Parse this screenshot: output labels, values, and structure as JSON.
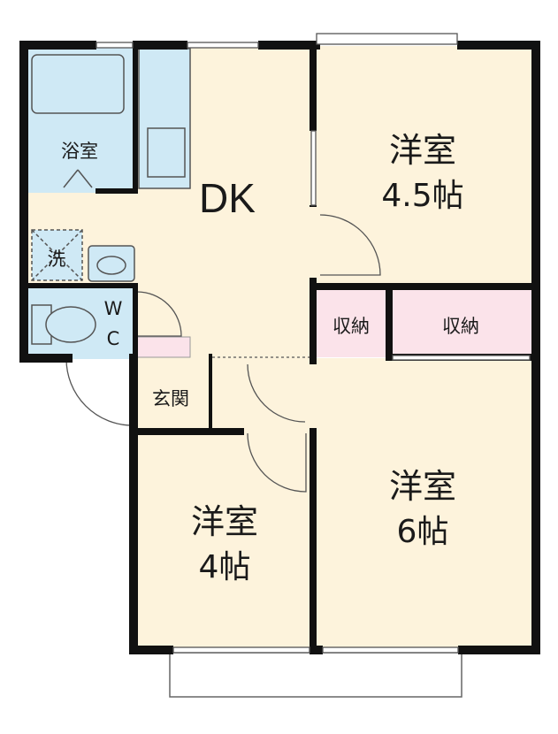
{
  "floorplan": {
    "colors": {
      "wall": "#111111",
      "floor": "#fdf3dc",
      "bath_fill": "#cfe9f5",
      "storage_fill": "#fbe3ea",
      "outline": "#555555"
    },
    "rooms": {
      "bath": {
        "label": "浴室"
      },
      "laundry": {
        "label": "洗"
      },
      "wc": {
        "label_line1": "W",
        "label_line2": "C"
      },
      "dk": {
        "label": "DK"
      },
      "western_a": {
        "label_line1": "洋室",
        "label_line2": "4.5帖"
      },
      "storage_small": {
        "label": "収納"
      },
      "storage_large": {
        "label": "収納"
      },
      "entrance": {
        "label": "玄関"
      },
      "western_b": {
        "label_line1": "洋室",
        "label_line2": "4帖"
      },
      "western_c": {
        "label_line1": "洋室",
        "label_line2": "6帖"
      }
    }
  }
}
